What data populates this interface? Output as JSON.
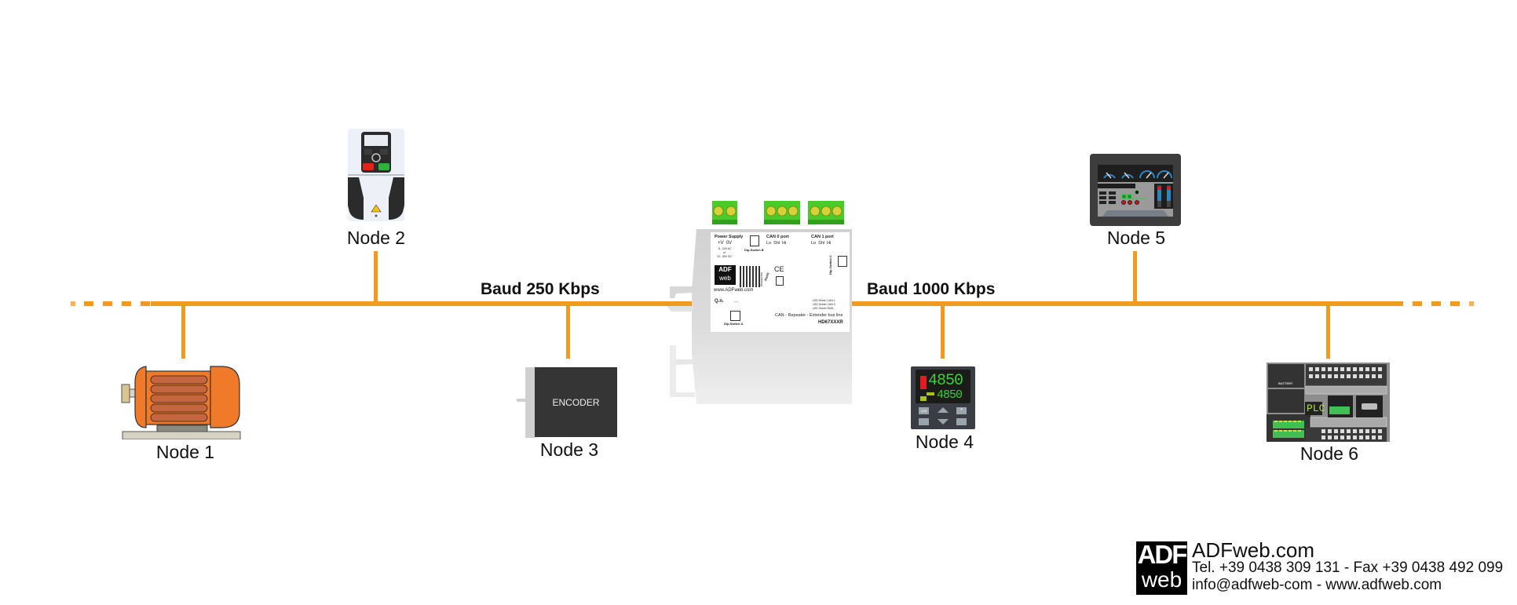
{
  "diagram": {
    "segments": [
      {
        "label": "Baud 250 Kbps"
      },
      {
        "label": "Baud 1000 Kbps"
      }
    ],
    "nodes": [
      {
        "label": "Node 1",
        "device": "electric-motor"
      },
      {
        "label": "Node 2",
        "device": "drive-inverter"
      },
      {
        "label": "Node 3",
        "device": "encoder",
        "device_text": "ENCODER"
      },
      {
        "label": "Node 4",
        "device": "temperature-controller",
        "display_top": "4850",
        "display_bottom": "4850",
        "keys": [
          "A/M",
          "*"
        ]
      },
      {
        "label": "Node 5",
        "device": "hmi-panel"
      },
      {
        "label": "Node 6",
        "device": "plc",
        "battery_label": "BATTERY",
        "display_text": "PLC"
      }
    ],
    "repeater": {
      "power_supply": "Power Supply",
      "power_terminals": "+V  0V",
      "power_ac": "8...24V AC",
      "power_or": "or",
      "power_dc": "12...35V DC",
      "dip_b": "Dip-Switch B",
      "dip_c": "Dip-Switch C",
      "dip_a": "Dip-Switch A",
      "can0": "CAN 0 port",
      "can1": "CAN 1 port",
      "can_terminals": "Lo  Shl  Hi",
      "website": "www.ADFweb.com",
      "manual": "Manual link",
      "rohs": "RoHS",
      "ce": "CE",
      "qn_label": "Q.n.",
      "qn_value": "...",
      "led1": "LED Green CAN 1",
      "led2": "LED Green CAN 0",
      "led3": "LED Green RUN",
      "description": "CAN - Repeater - Extender bus line",
      "model": "HD67XXXR",
      "logo_top": "ADF",
      "logo_bottom": "web"
    },
    "colors": {
      "bus": "#f39a1e",
      "motor": "#f07a2a",
      "terminal_green": "#49cc2a",
      "dark_device": "#353535"
    }
  },
  "footer": {
    "logo_top": "ADF",
    "logo_bottom": "web",
    "company": "ADFweb.com",
    "phone": "Tel. +39 0438 309 131 - Fax +39 0438 492 099",
    "contact": "info@adfweb-com - www.adfweb.com"
  }
}
